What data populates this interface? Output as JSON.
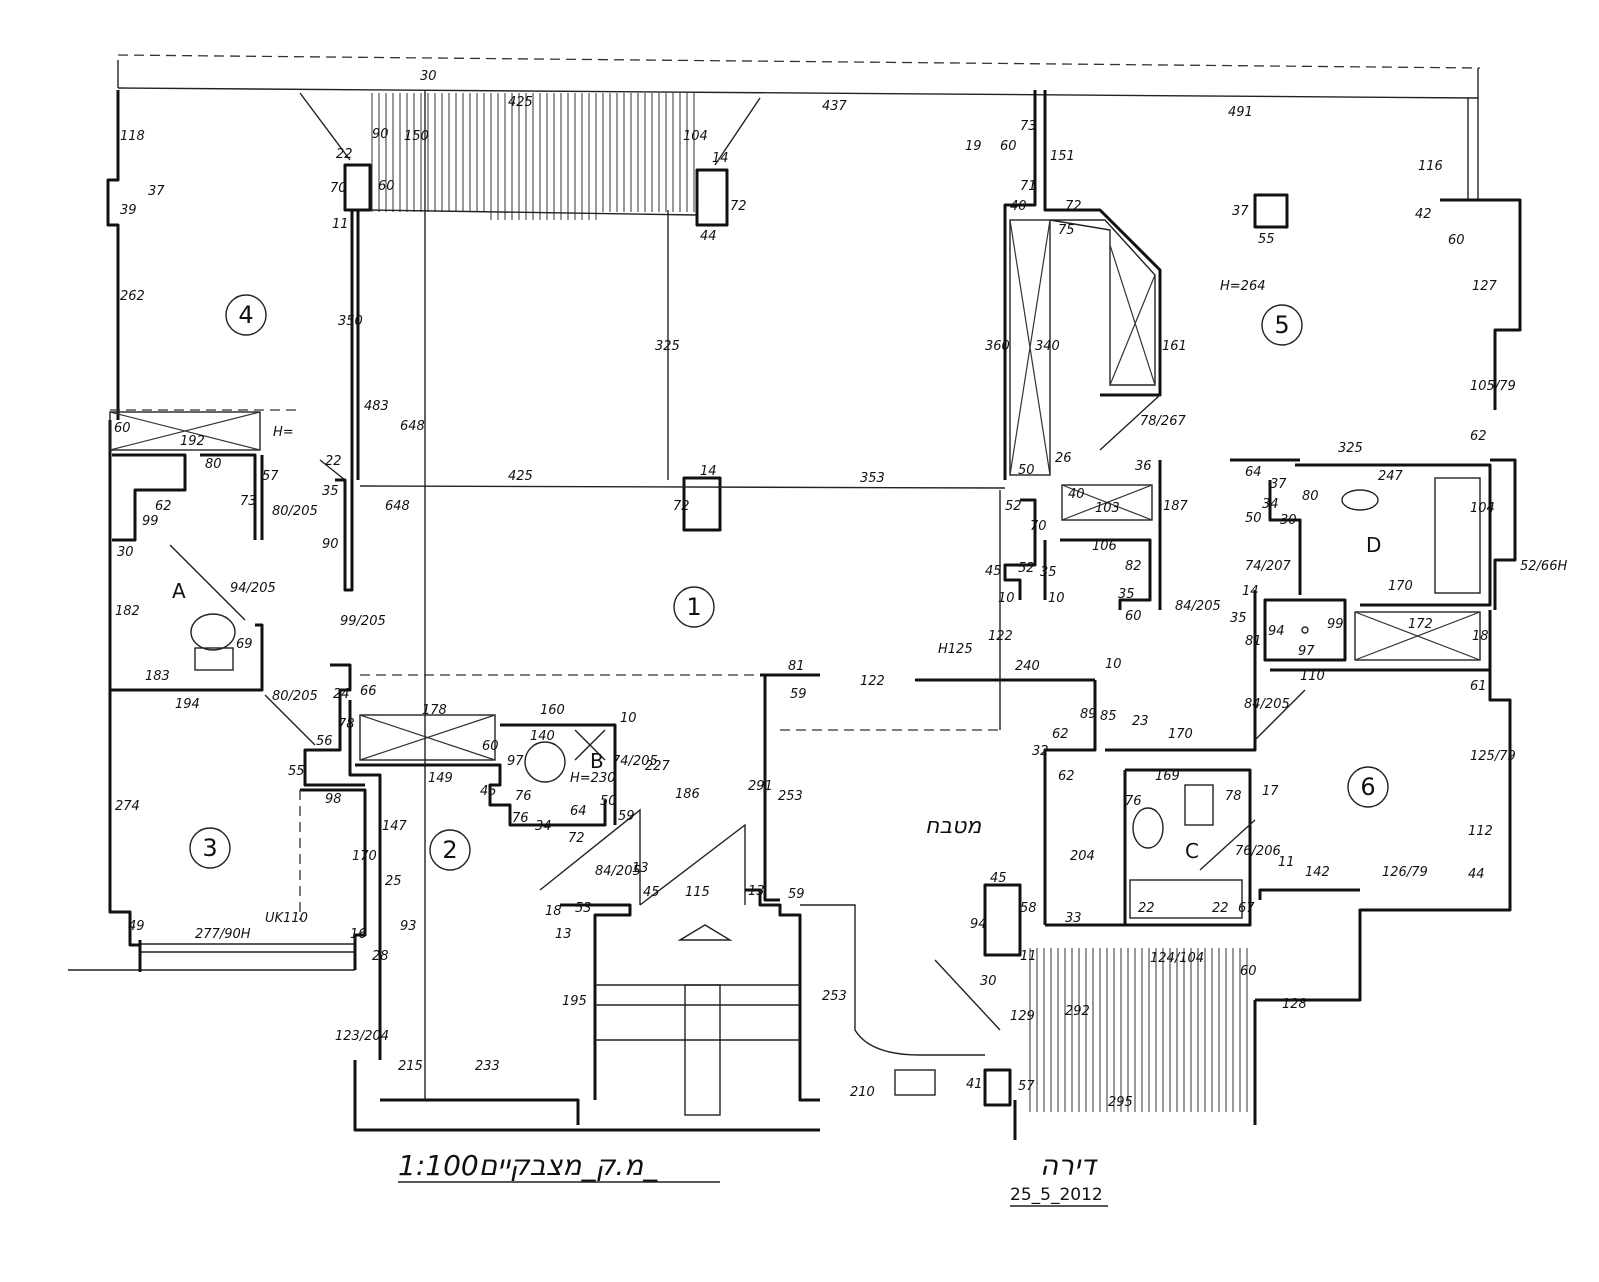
{
  "title": {
    "scale_text": "1:100מ.ק_מצבקיים_",
    "name": "דירה",
    "date": "25_5_2012"
  },
  "rooms": [
    "1",
    "2",
    "3",
    "4",
    "5",
    "6"
  ],
  "fixture_letters": [
    "A",
    "B",
    "C",
    "D"
  ],
  "kitchen_label": "מטבח",
  "dimensions": {
    "d425top": "425",
    "d437": "437",
    "d491": "491",
    "d30": "30",
    "d150": "150",
    "d90a": "90",
    "d22a": "22",
    "d70a": "70",
    "d60a": "60",
    "d11": "11",
    "d104": "104",
    "d14": "14",
    "d72a": "72",
    "d44a": "44",
    "d73a": "73",
    "d60b": "60",
    "d19": "19",
    "d151": "151",
    "d71": "71",
    "d40a": "40",
    "d72b": "72",
    "d75": "75",
    "d116": "116",
    "d42": "42",
    "d60c": "60",
    "d37a": "37",
    "d55": "55",
    "dH264": "H=264",
    "d127": "127",
    "d105_79a": "105/79",
    "d62a": "62",
    "d325a": "325",
    "d118": "118",
    "d37b": "37",
    "d39": "39",
    "d262": "262",
    "d350": "350",
    "d483": "483",
    "d648": "648",
    "d325b": "325",
    "d360": "360",
    "d340": "340",
    "d161": "161",
    "d78_267": "78/267",
    "d50a": "50",
    "d26": "26",
    "d36a": "36",
    "d40b": "40",
    "d103": "103",
    "d187": "187",
    "d52a": "52",
    "d70b": "70",
    "d106": "106",
    "d45a": "45",
    "d52b": "52",
    "d35a": "35",
    "d10a": "10",
    "d10b": "10",
    "d82": "82",
    "d35b": "35",
    "d60d": "60",
    "d84_205a": "84/205",
    "d247": "247",
    "d64": "64",
    "d37c": "37",
    "d34": "34",
    "d50b": "50",
    "d30a": "30",
    "d80a": "80",
    "d74_207": "74/207",
    "d104b": "104",
    "d170a": "170",
    "d52_66H": "52/66H",
    "d14b": "14",
    "d35c": "35",
    "d81": "81",
    "d94": "94",
    "d97": "97",
    "d99": "99",
    "d172": "172",
    "d18": "18",
    "d110": "110",
    "d61": "61",
    "d125_79": "125/79",
    "d84_205b": "84/205",
    "dH": "H=",
    "d60e": "60",
    "d192": "192",
    "d80b": "80",
    "d62b": "62",
    "d99b": "99",
    "d73b": "73",
    "d57": "57",
    "d30b": "30",
    "d182": "182",
    "d80_205a": "80/205",
    "d35d": "35",
    "d90b": "90",
    "d94_205": "94/205",
    "d22b": "22",
    "d648b": "648",
    "d99_205": "99/205",
    "d425mid": "425",
    "d353": "353",
    "d14c": "14",
    "d72c": "72",
    "d183": "183",
    "d69": "69",
    "d194": "194",
    "d80_205b": "80/205",
    "d24": "24",
    "d66": "66",
    "d178": "178",
    "d160": "160",
    "d10c": "10",
    "d56": "56",
    "d78a": "78",
    "d140": "140",
    "d97b": "97",
    "dH230": "H=230",
    "d74_205": "74/205",
    "d60f": "60",
    "d55b": "55",
    "d98": "98",
    "d149": "149",
    "d45b": "45",
    "d76a": "76",
    "d76b": "76",
    "d64b": "64",
    "d34b": "34",
    "d72d": "72",
    "d50c": "50",
    "d59a": "59",
    "d227": "227",
    "d186": "186",
    "d291": "291",
    "d253a": "253",
    "d81b": "81",
    "d59b": "59",
    "d122": "122",
    "dH125": "H125",
    "d122b": "122",
    "d240": "240",
    "d10d": "10",
    "d89": "89",
    "d85": "85",
    "d23": "23",
    "d170b": "170",
    "d62c": "62",
    "d32": "32",
    "d62d": "62",
    "d169": "169",
    "d76c": "76",
    "d78b": "78",
    "d17": "17",
    "d76_206": "76/206",
    "d11b": "11",
    "d142": "142",
    "d126_79": "126/79",
    "d44b": "44",
    "d112": "112",
    "d204": "204",
    "d274": "274",
    "d170c": "170",
    "d147": "147",
    "d25": "25",
    "d84_205c": "84/205",
    "d13a": "13",
    "d45c": "45",
    "d115": "115",
    "d13b": "13",
    "d59c": "59",
    "d18b": "18",
    "d53": "53",
    "d13c": "13",
    "d49": "49",
    "d277_90H": "277/90H",
    "dUK110": "UK110",
    "d16": "16",
    "d28": "28",
    "d93": "93",
    "d195": "195",
    "d45d": "45",
    "d58": "58",
    "d94b": "94",
    "d33": "33",
    "d22c": "22",
    "d22d": "22",
    "d67": "67",
    "d124_104": "124/104",
    "d60g": "60",
    "d30c": "30",
    "d11c": "11",
    "d129": "129",
    "d292": "292",
    "d253b": "253",
    "d128": "128",
    "d123_204": "123/204",
    "d215": "215",
    "d233": "233",
    "d210": "210",
    "d41": "41",
    "d57b": "57",
    "d295": "295"
  }
}
